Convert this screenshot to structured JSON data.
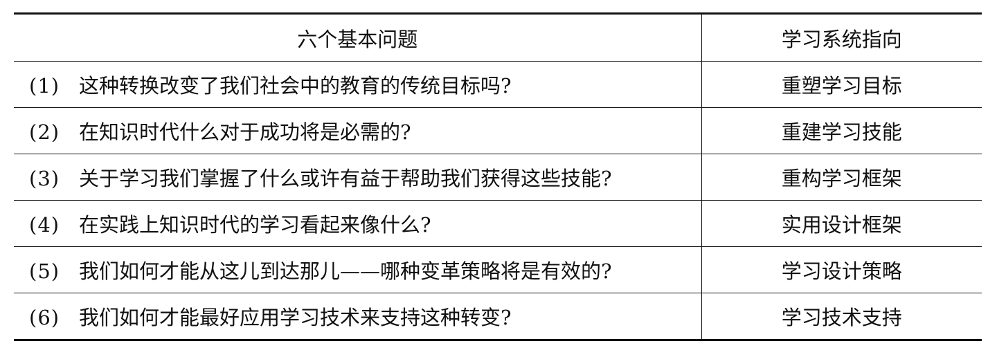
{
  "table": {
    "headers": {
      "question": "六个基本问题",
      "direction": "学习系统指向"
    },
    "rows": [
      {
        "num": "(1)",
        "question": "这种转换改变了我们社会中的教育的传统目标吗?",
        "direction": "重塑学习目标"
      },
      {
        "num": "(2)",
        "question": "在知识时代什么对于成功将是必需的?",
        "direction": "重建学习技能"
      },
      {
        "num": "(3)",
        "question": "关于学习我们掌握了什么或许有益于帮助我们获得这些技能?",
        "direction": "重构学习框架"
      },
      {
        "num": "(4)",
        "question": "在实践上知识时代的学习看起来像什么?",
        "direction": "实用设计框架"
      },
      {
        "num": "(5)",
        "question": "我们如何才能从这儿到达那儿——哪种变革策略将是有效的?",
        "direction": "学习设计策略"
      },
      {
        "num": "(6)",
        "question": "我们如何才能最好应用学习技术来支持这种转变?",
        "direction": "学习技术支持"
      }
    ]
  }
}
